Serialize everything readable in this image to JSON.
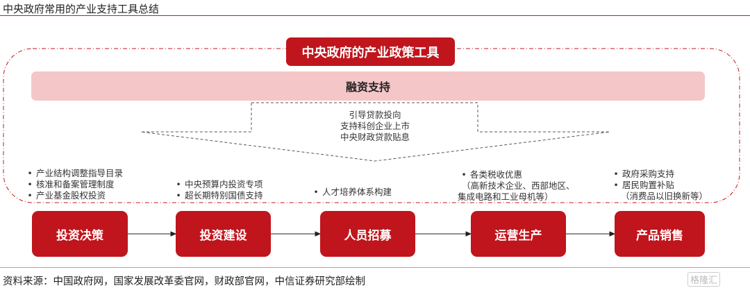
{
  "title": "中央政府常用的产业支持工具总结",
  "header": "中央政府的产业政策工具",
  "financing": {
    "label": "融资支持",
    "items": [
      "引导贷款投向",
      "支持科创企业上市",
      "中央财政贷款贴息"
    ]
  },
  "stages": [
    {
      "label": "投资决策",
      "items": [
        "产业结构调整指导目录",
        "核准和备案管理制度",
        "产业基金股权投资"
      ]
    },
    {
      "label": "投资建设",
      "items": [
        "中央预算内投资专项",
        "超长期特别国债支持"
      ]
    },
    {
      "label": "人员招募",
      "items": [
        "人才培养体系构建"
      ]
    },
    {
      "label": "运营生产",
      "items": [
        "各类税收优惠"
      ],
      "notes": [
        "（高新技术企业、西部地区、",
        "集成电路和工业母机等）"
      ]
    },
    {
      "label": "产品销售",
      "items": [
        "政府采购支持",
        "居民购置补贴"
      ],
      "notes": [
        "（消费品以旧换新等）"
      ]
    }
  ],
  "source": "资料来源：中国政府网，国家发展改革委官网，财政部官网，中信证券研究部绘制",
  "watermark": "格隆汇",
  "colors": {
    "accent": "#c0151c",
    "pink": "#f4c6c8"
  }
}
